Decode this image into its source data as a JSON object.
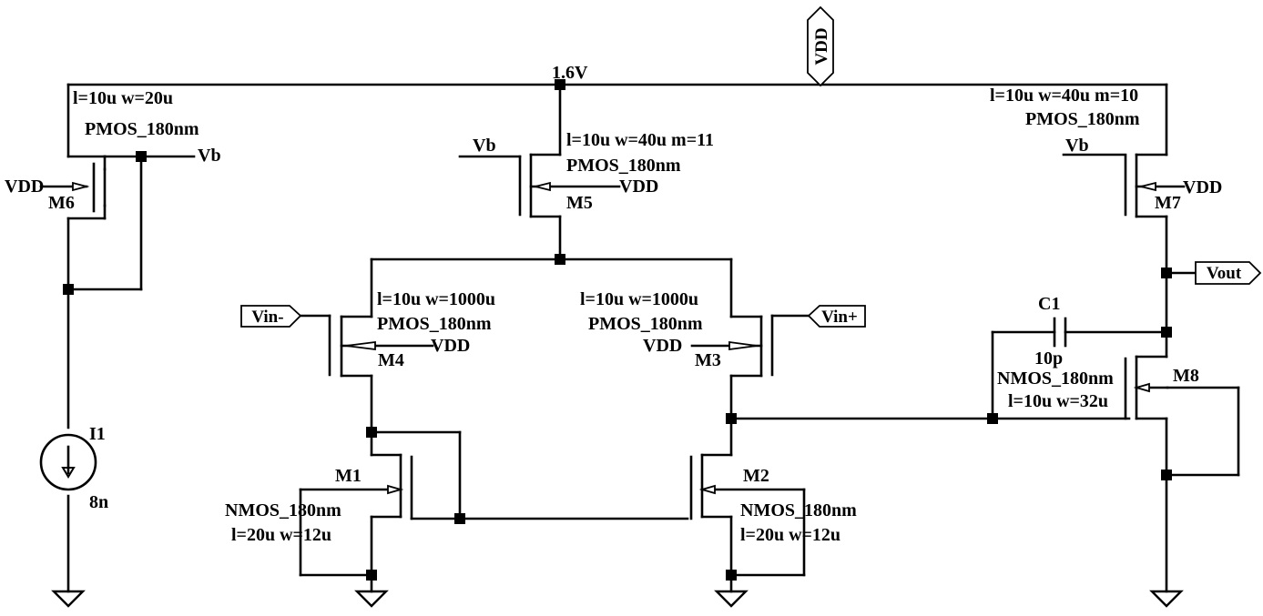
{
  "supply_voltage": "1.6V",
  "ports": {
    "vdd": "VDD",
    "vin_minus": "Vin-",
    "vin_plus": "Vin+",
    "vout": "Vout"
  },
  "devices": {
    "m6": {
      "name": "M6",
      "size": "l=10u w=20u",
      "model": "PMOS_180nm",
      "bulk": "VDD",
      "gate": "Vb"
    },
    "m5": {
      "name": "M5",
      "size": "l=10u w=40u m=11",
      "model": "PMOS_180nm",
      "bulk": "VDD",
      "gate": "Vb"
    },
    "m7": {
      "name": "M7",
      "size": "l=10u w=40u m=10",
      "model": "PMOS_180nm",
      "bulk": "VDD",
      "gate": "Vb"
    },
    "m4": {
      "name": "M4",
      "size": "l=10u w=1000u",
      "model": "PMOS_180nm",
      "bulk": "VDD"
    },
    "m3": {
      "name": "M3",
      "size": "l=10u w=1000u",
      "model": "PMOS_180nm",
      "bulk": "VDD"
    },
    "m1": {
      "name": "M1",
      "model": "NMOS_180nm",
      "size": "l=20u w=12u"
    },
    "m2": {
      "name": "M2",
      "model": "NMOS_180nm",
      "size": "l=20u w=12u"
    },
    "m8": {
      "name": "M8",
      "model": "NMOS_180nm",
      "size": "l=10u w=32u"
    },
    "c1": {
      "name": "C1",
      "value": "10p"
    },
    "i1": {
      "name": "I1",
      "value": "8n"
    }
  }
}
